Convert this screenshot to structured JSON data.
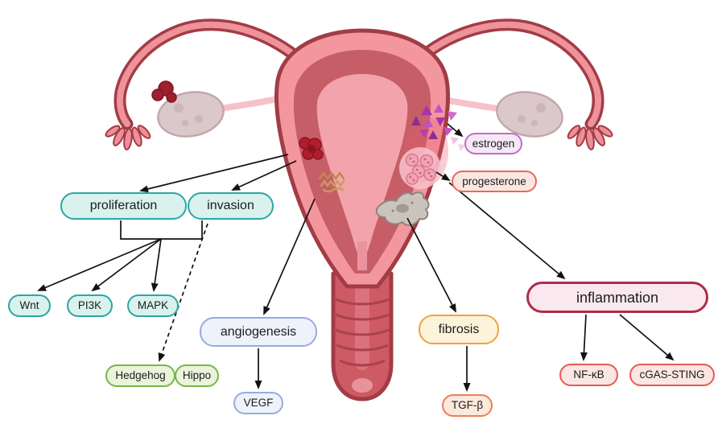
{
  "labels": {
    "proliferation": "proliferation",
    "invasion": "invasion",
    "wnt": "Wnt",
    "pi3k": "PI3K",
    "mapk": "MAPK",
    "hedgehog": "Hedgehog",
    "hippo": "Hippo",
    "angiogenesis": "angiogenesis",
    "vegf": "VEGF",
    "fibrosis": "fibrosis",
    "tgfb": "TGF-β",
    "inflammation": "inflammation",
    "nfkb": "NF-κB",
    "cgas_sting": "cGAS-STING",
    "estrogen": "estrogen",
    "progesterone": "progesterone"
  },
  "colors": {
    "teal_border": "#2aa7a4",
    "teal_fill": "#d9f2ee",
    "green_border": "#7ab648",
    "green_fill": "#eaf4da",
    "blue_border": "#97abde",
    "blue_fill": "#eef2fb",
    "orange_border": "#f0a23c",
    "orange_fill": "#fcf3da",
    "orange_red_border": "#ee7e5a",
    "orange_red_fill": "#fbe9dc",
    "crimson_border": "#b02a4c",
    "crimson_fill": "#f9e9ee",
    "red_border": "#e25c55",
    "red_fill": "#fbe6e2",
    "purple_border": "#c06ec0",
    "purple_fill": "#f6e8f6",
    "salmon_border": "#e4695f",
    "salmon_fill": "#fbe7e1",
    "uterus_outline": "#a23c46",
    "uterus_fill": "#f4969e",
    "arrow": "#111111"
  },
  "illustration": {
    "name": "uterus-anatomy",
    "parts": [
      "uterus-body",
      "uterine-cavity",
      "cervix-vagina",
      "fallopian-tube-left",
      "fallopian-tube-right",
      "fimbriae-left",
      "fimbriae-right",
      "ovary-left",
      "ovary-right",
      "blood-clot-lesion",
      "hormone-signal-cluster",
      "hormone-cell-cluster",
      "fibroblast-cell",
      "tissue-squiggle"
    ]
  }
}
